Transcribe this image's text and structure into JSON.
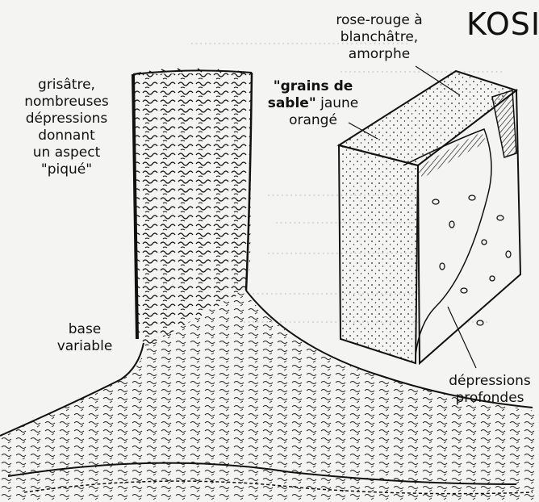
{
  "title": "KOSIR",
  "labels": {
    "tree_surface": {
      "line1": "grisâtre,",
      "line2": "nombreuses",
      "line3": "dépressions",
      "line4": "donnant",
      "line5": "un aspect",
      "line6": "\"piqué\""
    },
    "outer_layer": {
      "line1": "rose-rouge à",
      "line2": "blanchâtre,",
      "line3": "amorphe"
    },
    "sand_grains": {
      "line1_bold": "\"grains de",
      "line2_bold": "sable\"",
      "line2_rest": " jaune",
      "line3": "orangé"
    },
    "base": {
      "line1": "base",
      "line2": "variable"
    },
    "deep_depressions": {
      "line1": "dépressions",
      "line2": "profondes"
    }
  },
  "colors": {
    "ink": "#111111",
    "paper": "#f4f4f2"
  }
}
